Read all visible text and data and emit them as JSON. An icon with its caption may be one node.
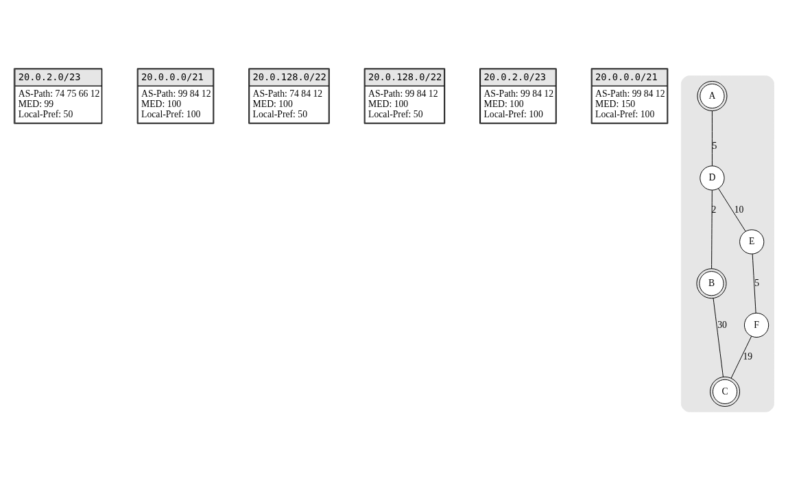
{
  "diagram": {
    "nodes": [
      {
        "text": [
          "20.0.2.0/23",
          "AS-Path: 74 75 66 12",
          "MED: 99",
          "Local-Pref: 50"
        ]
      },
      {
        "text": [
          "20.0.0.0/21",
          "AS-Path: 99 84 12",
          "MED: 100",
          "Local-Pref: 100"
        ]
      },
      {
        "text": [
          "20.0.128.0/22",
          "AS-Path: 74 84 12",
          "MED: 100",
          "Local-Pref: 50"
        ]
      },
      {
        "text": [
          "20.0.128.0/22",
          "AS-Path: 99 84 12",
          "MED: 100",
          "Local-Pref: 50"
        ]
      },
      {
        "text": [
          "20.0.2.0/23",
          "AS-Path: 99 84 12",
          "MED: 100",
          "Local-Pref: 100"
        ]
      },
      {
        "text": [
          "20.0.0.0/21",
          "AS-Path: 99 84 12",
          "MED: 150",
          "Local-Pref: 100"
        ]
      },
      {
        "text": [],
        "shape": "ellipse"
      },
      {
        "text": [
          "B"
        ],
        "in": 6
      },
      {
        "text": [
          "A"
        ],
        "in": 6
      },
      {
        "text": [
          "C"
        ],
        "in": 6
      },
      {
        "text": [
          "E"
        ],
        "in": 6
      },
      {
        "text": [
          "D"
        ],
        "in": 6
      },
      {
        "text": [
          "F"
        ],
        "in": 6
      }
    ],
    "edges": [
      {
        "from": 8,
        "to": 11,
        "arrow": "none",
        "label": "5"
      },
      {
        "from": 11,
        "to": 7,
        "arrow": "none",
        "label": "2"
      },
      {
        "from": 7,
        "to": 9,
        "arrow": "none",
        "label": "30"
      },
      {
        "from": 11,
        "to": 10,
        "arrow": "none",
        "label": "10"
      },
      {
        "from": 10,
        "to": 12,
        "arrow": "none",
        "label": "5"
      },
      {
        "from": 12,
        "to": 9,
        "arrow": "none",
        "label": "19"
      }
    ]
  }
}
